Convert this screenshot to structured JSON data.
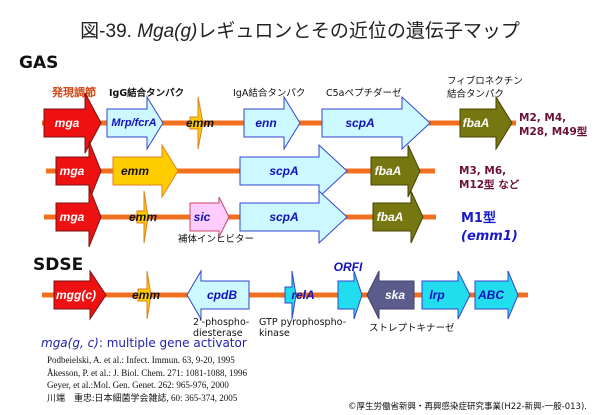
{
  "title": {
    "prefix": "図-39. ",
    "italic": "Mga(g)",
    "suffix": "レギュロンとその近位の遺伝子マップ"
  },
  "sections": {
    "gas": "GAS",
    "sdse": "SDSE"
  },
  "colors": {
    "backbone": "#f07020",
    "mga_fill": "#ee1111",
    "mga_stroke": "#7a1010",
    "emm_fill": "#ffcc00",
    "emm_stroke": "#e08020",
    "lightblue_fill": "#ccf8ff",
    "lightblue_stroke": "#3344cc",
    "cyan_fill": "#22ddee",
    "fbaA_fill": "#777711",
    "ska_fill": "#5c5c8c",
    "sic_fill": "#ffccff",
    "sic_stroke": "#cc4466",
    "gene_text_blue": "#1111bb",
    "gene_text_white": "#ffffff",
    "gene_text_black": "#111111"
  },
  "gas_labels": {
    "regulation": "発現調節",
    "igg": "IgG結合タンパク",
    "iga": "IgA結合タンパク",
    "c5a": "C5aペプチダーゼ",
    "fibronectin_line1": "フィブロネクチン",
    "fibronectin_line2": "結合タンパク",
    "complement_inhibitor": "補体インヒビター"
  },
  "rows": [
    {
      "genes": [
        "mga",
        "Mrp/fcrA",
        "emm",
        "enn",
        "scpA",
        "fbaA"
      ],
      "types_line1": "M2, M4,",
      "types_line2": "M28, M49型"
    },
    {
      "genes": [
        "mga",
        "emm",
        "scpA",
        "fbaA"
      ],
      "types_line1": "M3, M6,",
      "types_line2": "M12型 など"
    },
    {
      "genes": [
        "mga",
        "emm",
        "sic",
        "scpA",
        "fbaA"
      ],
      "types_line1": "M1型",
      "types_line2": "(emm1)"
    }
  ],
  "sdse_row": {
    "genes": [
      "mgg(c)",
      "emm",
      "cpdB",
      "relA",
      "ORFI",
      "ska",
      "lrp",
      "ABC"
    ],
    "labels": {
      "cpdB_line1": "2'-phospho-",
      "cpdB_line2": "diesterase",
      "relA_line1": "GTP pyrophospho-",
      "relA_line2": "kinase",
      "ska": "ストレプトキナーゼ"
    }
  },
  "mga_definition": {
    "italic": "mga(g, c)",
    "text": ": multiple gene activator"
  },
  "references": [
    "Podbeielski, A. et al.: Infect. Immun. 63, 9-20, 1995",
    "Åkesson, P. et al.: J. Biol. Chem. 271: 1081-1088, 1996",
    "Geyer, et al.:Mol. Gen. Genet. 262: 965-976, 2000",
    "川端　重忠:日本細菌学会雑誌, 60: 365-374, 2005"
  ],
  "copyright": "©厚生労働省新興・再興感染症研究事業(H22-新興-一般-013)."
}
